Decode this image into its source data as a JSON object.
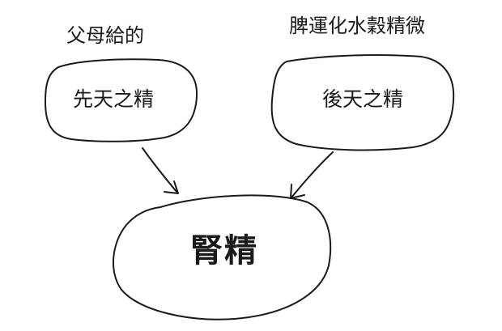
{
  "diagram": {
    "left_caption": "父母給的",
    "right_caption": "脾運化水穀精微",
    "left_node": "先天之精",
    "right_node": "後天之精",
    "bottom_node": "腎精"
  },
  "colors": {
    "ink": "#1a1a1a",
    "background": "#ffffff"
  }
}
